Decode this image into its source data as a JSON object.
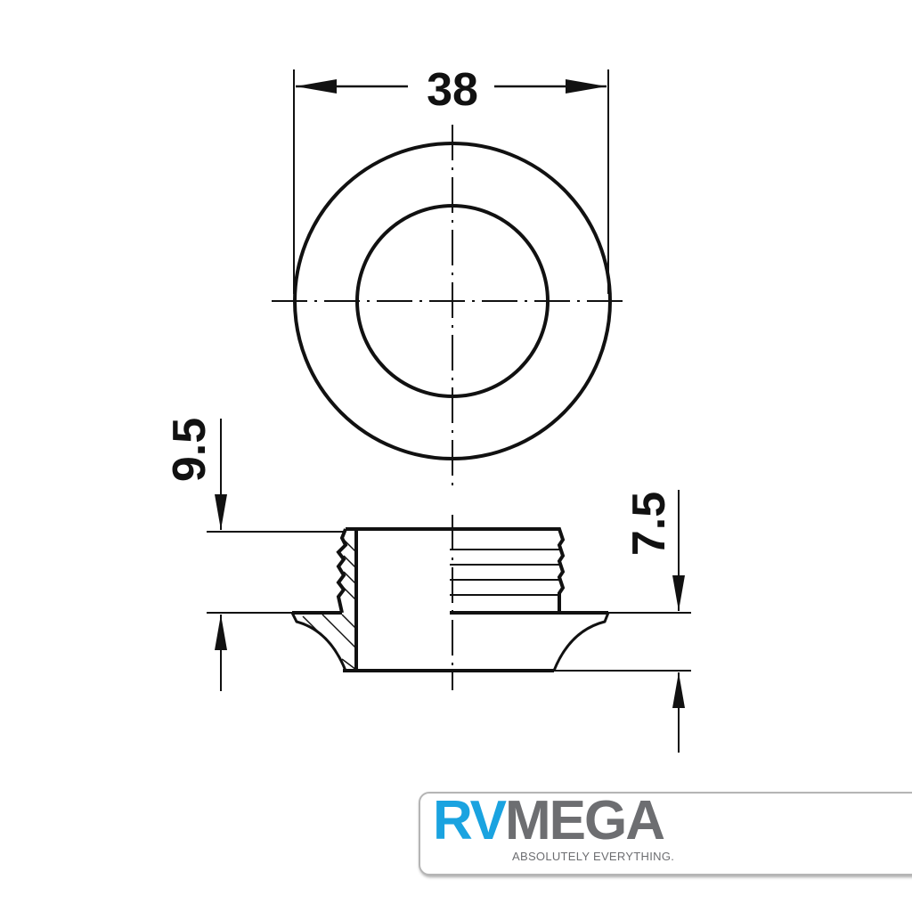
{
  "dimensions": {
    "outer_diameter": "38",
    "total_height": "9.5",
    "thread_height": "7.5"
  },
  "logo": {
    "brand_part1": "RV",
    "brand_part2": "MEGA",
    "tagline": "ABSOLUTELY EVERYTHING.",
    "colors": {
      "rv": "#1aa3e0",
      "mega": "#6d6e71"
    }
  }
}
